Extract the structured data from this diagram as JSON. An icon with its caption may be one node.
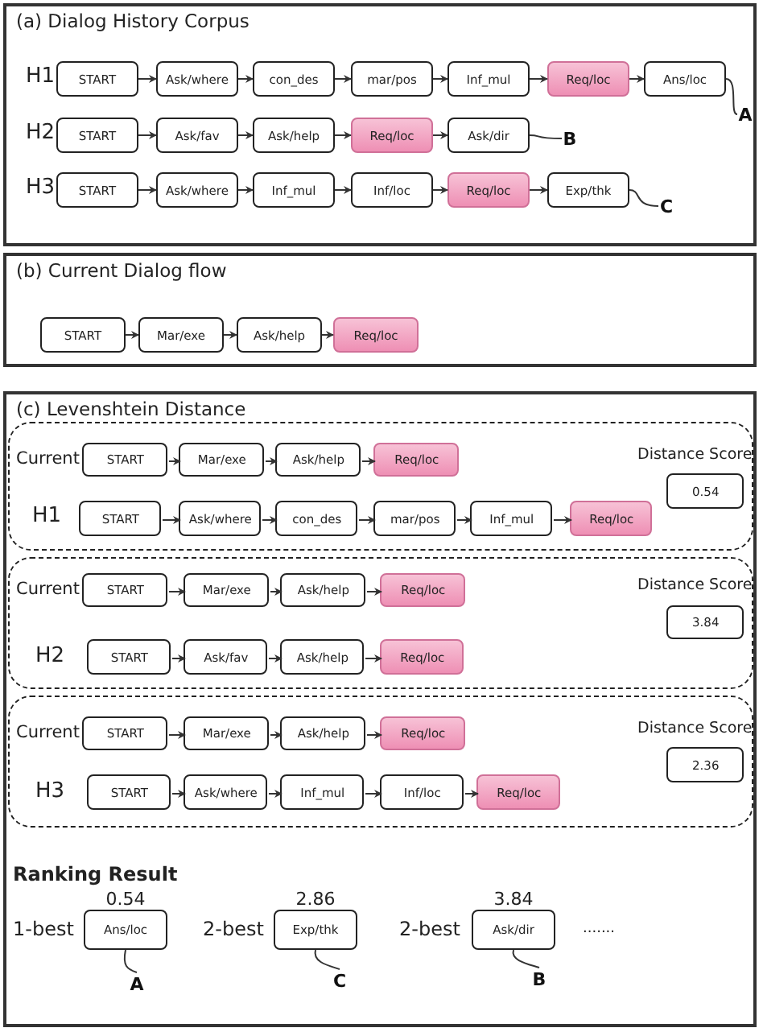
{
  "diagram": {
    "nodes": [
      {
        "text": [
          "(a) Dialog History Corpus"
        ]
      },
      {
        "text": [
          "START"
        ],
        "in": 0
      },
      {
        "text": [
          "Ask/where"
        ],
        "in": 0
      },
      {
        "text": [
          "con_des"
        ],
        "in": 0
      },
      {
        "text": [
          "mar/pos"
        ],
        "in": 0
      },
      {
        "text": [
          "Inf_mul"
        ],
        "in": 0
      },
      {
        "text": [
          "Req/loc"
        ],
        "in": 0
      },
      {
        "text": [
          "Ans/loc"
        ],
        "in": 0
      },
      {
        "text": [
          "A"
        ],
        "in": 0
      },
      {
        "text": [
          "START"
        ],
        "in": 0
      },
      {
        "text": [
          "Ask/fav"
        ],
        "in": 0
      },
      {
        "text": [
          "Ask/help"
        ],
        "in": 0
      },
      {
        "text": [
          "Req/loc"
        ],
        "in": 0
      },
      {
        "text": [
          "Ask/dir"
        ],
        "in": 0
      },
      {
        "text": [
          "B"
        ],
        "in": 0
      },
      {
        "text": [
          "START"
        ],
        "in": 0
      },
      {
        "text": [
          "Ask/where"
        ],
        "in": 0
      },
      {
        "text": [
          "Inf_mul"
        ],
        "in": 0
      },
      {
        "text": [
          "Inf/loc"
        ],
        "in": 0
      },
      {
        "text": [
          "Req/loc"
        ],
        "in": 0
      },
      {
        "text": [
          "Exp/thk"
        ],
        "in": 0
      },
      {
        "text": [
          "C"
        ],
        "in": 0
      },
      {
        "text": [
          "(b) Current Dialog flow"
        ]
      },
      {
        "text": [
          "START"
        ],
        "in": 22
      },
      {
        "text": [
          "Mar/exe"
        ],
        "in": 22
      },
      {
        "text": [
          "Ask/help"
        ],
        "in": 22
      },
      {
        "text": [
          "Req/loc"
        ],
        "in": 22
      },
      {
        "text": [
          "(c) Levenshtein Distance"
        ]
      },
      {
        "text": [],
        "shape": "box",
        "in": 27
      },
      {
        "text": [
          "START"
        ],
        "in": 28
      },
      {
        "text": [
          "Mar/exe"
        ],
        "in": 28
      },
      {
        "text": [
          "Ask/help"
        ],
        "in": 28
      },
      {
        "text": [
          "Req/loc"
        ],
        "in": 28
      },
      {
        "text": [
          "START"
        ],
        "in": 28
      },
      {
        "text": [
          "Ask/where"
        ],
        "in": 28
      },
      {
        "text": [
          "con_des"
        ],
        "in": 28
      },
      {
        "text": [
          "mar/pos"
        ],
        "in": 28
      },
      {
        "text": [
          "Inf_mul"
        ],
        "in": 28
      },
      {
        "text": [
          "Req/loc"
        ],
        "in": 28
      },
      {
        "text": [
          "0.54"
        ],
        "in": 28
      },
      {
        "text": [],
        "shape": "box",
        "in": 27
      },
      {
        "text": [
          "START"
        ],
        "in": 40
      },
      {
        "text": [
          "Mar/exe"
        ],
        "in": 40
      },
      {
        "text": [
          "Ask/help"
        ],
        "in": 40
      },
      {
        "text": [
          "Req/loc"
        ],
        "in": 40
      },
      {
        "text": [
          "START"
        ],
        "in": 40
      },
      {
        "text": [
          "Ask/fav"
        ],
        "in": 40
      },
      {
        "text": [
          "Ask/help"
        ],
        "in": 40
      },
      {
        "text": [
          "Req/loc"
        ],
        "in": 40
      },
      {
        "text": [
          "3.84"
        ],
        "in": 40
      },
      {
        "text": [],
        "shape": "box",
        "in": 27
      },
      {
        "text": [
          "START"
        ],
        "in": 50
      },
      {
        "text": [
          "Mar/exe"
        ],
        "in": 50
      },
      {
        "text": [
          "Ask/help"
        ],
        "in": 50
      },
      {
        "text": [
          "Req/loc"
        ],
        "in": 50
      },
      {
        "text": [
          "START"
        ],
        "in": 50
      },
      {
        "text": [
          "Ask/where"
        ],
        "in": 50
      },
      {
        "text": [
          "Inf_mul"
        ],
        "in": 50
      },
      {
        "text": [
          "Inf/loc"
        ],
        "in": 50
      },
      {
        "text": [
          "Req/loc"
        ],
        "in": 50
      },
      {
        "text": [
          "2.36"
        ],
        "in": 50
      },
      {
        "text": [
          "Ans/loc"
        ],
        "in": 27,
        "beside": [
          "0.54"
        ]
      },
      {
        "text": [
          "A"
        ],
        "in": 27
      },
      {
        "text": [
          "Exp/thk"
        ],
        "in": 27,
        "beside": [
          "2.86"
        ]
      },
      {
        "text": [
          "C"
        ],
        "in": 27
      },
      {
        "text": [
          "Ask/dir"
        ],
        "in": 27,
        "beside": [
          "3.84"
        ]
      },
      {
        "text": [
          "B"
        ],
        "in": 27
      }
    ],
    "edges": [
      {
        "from": 1,
        "to": 2,
        "arrow": "to"
      },
      {
        "from": 2,
        "to": 3,
        "arrow": "to"
      },
      {
        "from": 3,
        "to": 4,
        "arrow": "to"
      },
      {
        "from": 4,
        "to": 5,
        "arrow": "to"
      },
      {
        "from": 5,
        "to": 6,
        "arrow": "to"
      },
      {
        "from": 6,
        "to": 7,
        "arrow": "to"
      },
      {
        "from": 7,
        "to": 8,
        "arrow": "none"
      },
      {
        "from": 9,
        "to": 10,
        "arrow": "to"
      },
      {
        "from": 10,
        "to": 11,
        "arrow": "to"
      },
      {
        "from": 11,
        "to": 12,
        "arrow": "to"
      },
      {
        "from": 12,
        "to": 13,
        "arrow": "to"
      },
      {
        "from": 13,
        "to": 14,
        "arrow": "none"
      },
      {
        "from": 15,
        "to": 16,
        "arrow": "to"
      },
      {
        "from": 16,
        "to": 17,
        "arrow": "to"
      },
      {
        "from": 17,
        "to": 18,
        "arrow": "to"
      },
      {
        "from": 18,
        "to": 19,
        "arrow": "to"
      },
      {
        "from": 19,
        "to": 20,
        "arrow": "to"
      },
      {
        "from": 20,
        "to": 21,
        "arrow": "none"
      },
      {
        "from": 23,
        "to": 24,
        "arrow": "to"
      },
      {
        "from": 24,
        "to": 25,
        "arrow": "to"
      },
      {
        "from": 25,
        "to": 26,
        "arrow": "to"
      },
      {
        "from": 29,
        "to": 30,
        "arrow": "to"
      },
      {
        "from": 30,
        "to": 31,
        "arrow": "to"
      },
      {
        "from": 31,
        "to": 32,
        "arrow": "to"
      },
      {
        "from": 33,
        "to": 34,
        "arrow": "to"
      },
      {
        "from": 34,
        "to": 35,
        "arrow": "to"
      },
      {
        "from": 35,
        "to": 36,
        "arrow": "to"
      },
      {
        "from": 36,
        "to": 37,
        "arrow": "to"
      },
      {
        "from": 37,
        "to": 38,
        "arrow": "to"
      },
      {
        "from": 41,
        "to": 42,
        "arrow": "to"
      },
      {
        "from": 42,
        "to": 43,
        "arrow": "to"
      },
      {
        "from": 43,
        "to": 44,
        "arrow": "to"
      },
      {
        "from": 45,
        "to": 46,
        "arrow": "to"
      },
      {
        "from": 46,
        "to": 47,
        "arrow": "to"
      },
      {
        "from": 47,
        "to": 48,
        "arrow": "to"
      },
      {
        "from": 51,
        "to": 52,
        "arrow": "to"
      },
      {
        "from": 52,
        "to": 53,
        "arrow": "to"
      },
      {
        "from": 53,
        "to": 54,
        "arrow": "to"
      },
      {
        "from": 55,
        "to": 56,
        "arrow": "to"
      },
      {
        "from": 56,
        "to": 57,
        "arrow": "to"
      },
      {
        "from": 57,
        "to": 58,
        "arrow": "to"
      },
      {
        "from": 58,
        "to": 59,
        "arrow": "to"
      },
      {
        "from": 61,
        "to": 62,
        "arrow": "none"
      },
      {
        "from": 63,
        "to": 64,
        "arrow": "none"
      },
      {
        "from": 65,
        "to": 66,
        "arrow": "none"
      }
    ],
    "labels": [
      "H1",
      "H2",
      "H3",
      "Current",
      "Distance Score",
      "H1",
      "Current",
      "Distance Score",
      "H2",
      "Current",
      "Distance Score",
      "H3",
      "Ranking Result",
      "1-best",
      "2-best",
      "2-best",
      "......."
    ]
  }
}
